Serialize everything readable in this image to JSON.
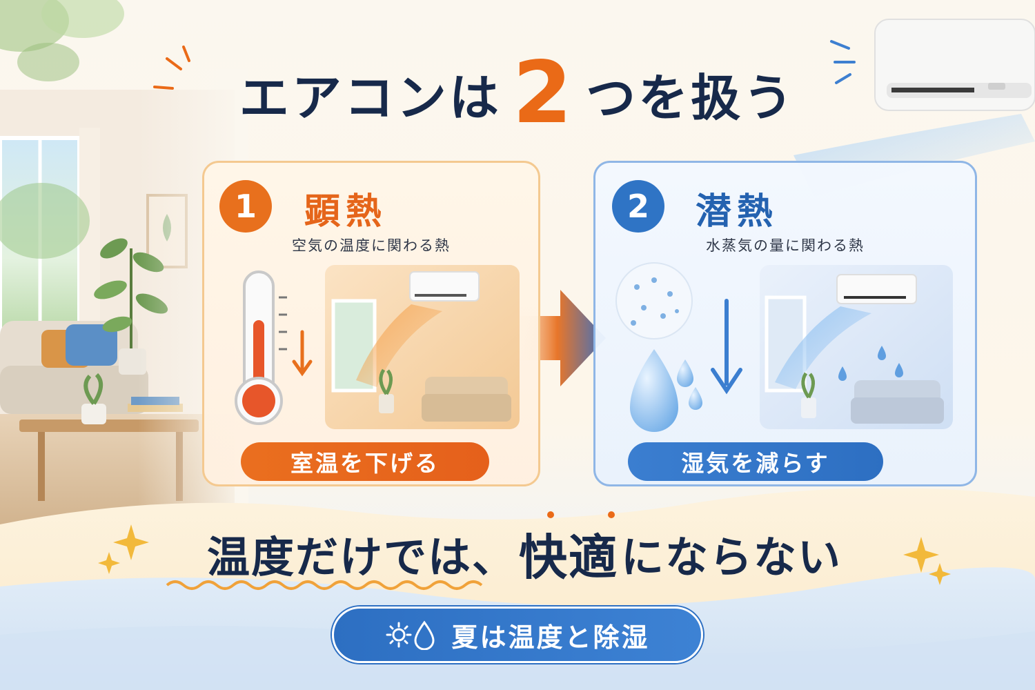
{
  "title": {
    "prefix": "エアコンは",
    "number": "2",
    "suffix": "つを扱う"
  },
  "cards": [
    {
      "number": "1",
      "heading": "顕熱",
      "description": "空気の温度に関わる熱",
      "action": "室温を下げる",
      "icon": "thermometer-icon",
      "accent": "#e8701d"
    },
    {
      "number": "2",
      "heading": "潜熱",
      "description": "水蒸気の量に関わる熱",
      "action": "湿気を減らす",
      "icon": "water-drop-icon",
      "accent": "#2f74c5"
    }
  ],
  "tagline": {
    "part1": "温度だけでは、",
    "emphasis": "快適",
    "part2": "にならない"
  },
  "footer": {
    "label": "夏は温度と除湿",
    "icons": [
      "sun-icon",
      "water-drop-icon"
    ]
  },
  "colors": {
    "orange": "#e8701d",
    "blue": "#2f74c5",
    "navy": "#17294a"
  }
}
